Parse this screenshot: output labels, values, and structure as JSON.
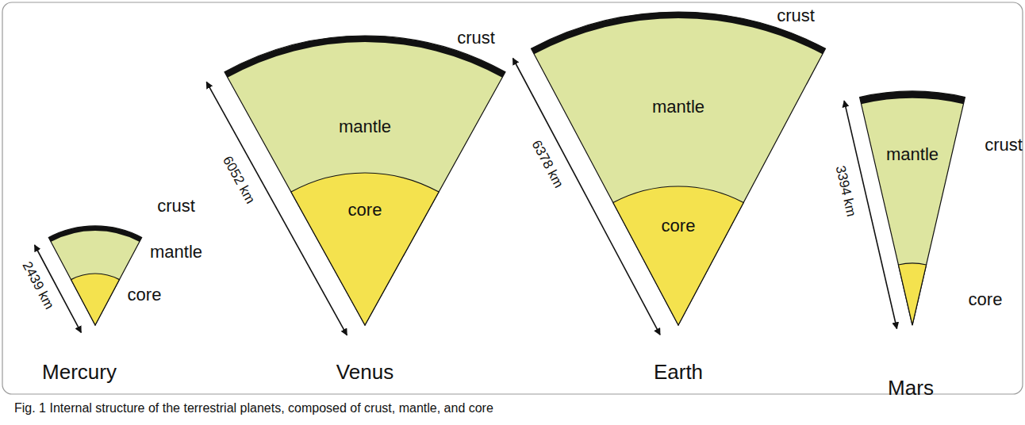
{
  "diagram": {
    "caption": "Fig. 1 Internal structure of the terrestrial planets, composed of crust, mantle, and core",
    "labels": [
      "crust",
      "mantle",
      "2439 km",
      "core",
      "Mercury",
      "crust",
      "mantle",
      "6052 km",
      "core",
      "Venus",
      "crust",
      "mantle",
      "6378 km",
      "core",
      "Earth",
      "crust",
      "mantle",
      "3394 km",
      "core",
      "Mars"
    ]
  }
}
